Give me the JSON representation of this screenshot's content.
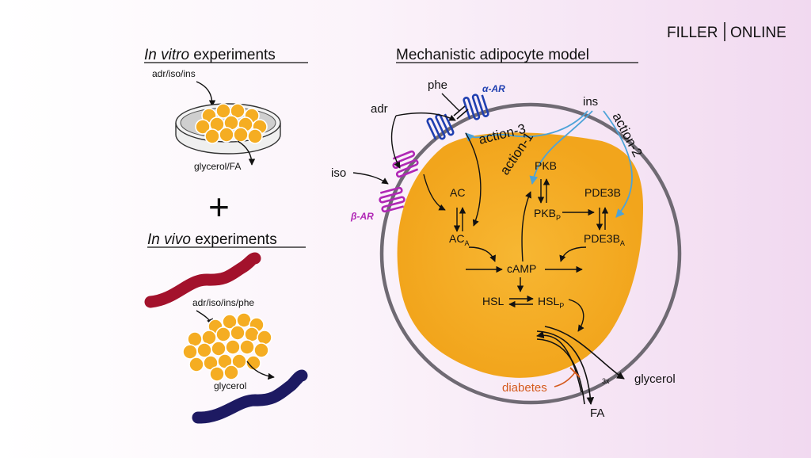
{
  "brand": {
    "left": "FILLER",
    "right": "ONLINE"
  },
  "in_vitro": {
    "title_italic": "In vitro",
    "title_rest": " experiments",
    "input_label": "adr/iso/ins",
    "output_label": "glycerol/FA"
  },
  "plus": "+",
  "in_vivo": {
    "title_italic": "In vivo",
    "title_rest": " experiments",
    "input_label": "adr/iso/ins/phe",
    "output_label": "glycerol"
  },
  "model": {
    "title": "Mechanistic adipocyte model",
    "inputs": {
      "phe": "phe",
      "adr": "adr",
      "iso": "iso",
      "ins": "ins"
    },
    "receptors": {
      "alpha": "α-AR",
      "beta": "β-AR"
    },
    "actions": {
      "a1": "action-1",
      "a2": "action-2",
      "a3": "action-3"
    },
    "nodes": {
      "pkb": "PKB",
      "pkbp_base": "PKB",
      "pkbp_sub": "P",
      "pde3b": "PDE3B",
      "pde3ba_base": "PDE3B",
      "pde3ba_sub": "A",
      "ac": "AC",
      "aca_base": "AC",
      "aca_sub": "A",
      "camp": "cAMP",
      "hsl": "HSL",
      "hslp_base": "HSL",
      "hslp_sub": "P"
    },
    "outputs": {
      "glycerol": "glycerol",
      "fa": "FA",
      "ratio": "3x"
    },
    "diabetes": "diabetes"
  },
  "colors": {
    "cell": "#f5ad22",
    "membrane": "#6f6a73",
    "alpha_receptor": "#1f3fb0",
    "beta_receptor": "#b027b5",
    "insulin_arrow": "#4da3d8",
    "diabetes": "#d45a1c",
    "vessel_red": "#a3122c",
    "vessel_blue": "#1d1a62"
  }
}
